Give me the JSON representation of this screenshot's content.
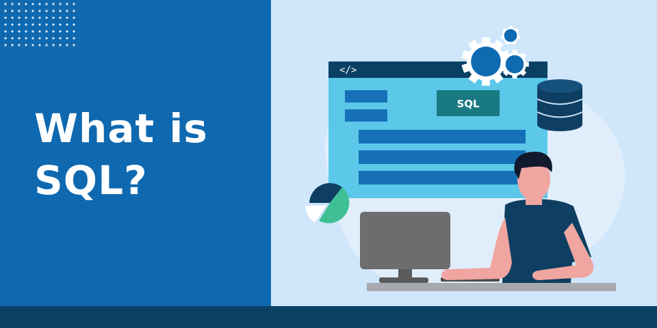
{
  "headline": {
    "line1": "What is",
    "line2": "SQL?"
  },
  "window": {
    "code_tag": "</>",
    "sql_badge": "SQL"
  },
  "colors": {
    "left_panel": "#0f69b0",
    "right_panel": "#cfe6fb",
    "footer": "#0b4065",
    "window_bar": "#0b4065",
    "window_body": "#5bc8ea",
    "bar_blue": "#1670b8",
    "badge_teal": "#1a7a82",
    "gear_blue": "#0e6bb2",
    "database": "#0e3f63",
    "pie_green": "#3fbf94",
    "monitor_gray": "#6d6d6d",
    "skin": "#f0a5a0",
    "shirt": "#0e3f63",
    "hair": "#111a2c"
  },
  "icons": [
    "gear-icon",
    "database-icon",
    "pie-chart-icon",
    "code-tag-icon"
  ]
}
